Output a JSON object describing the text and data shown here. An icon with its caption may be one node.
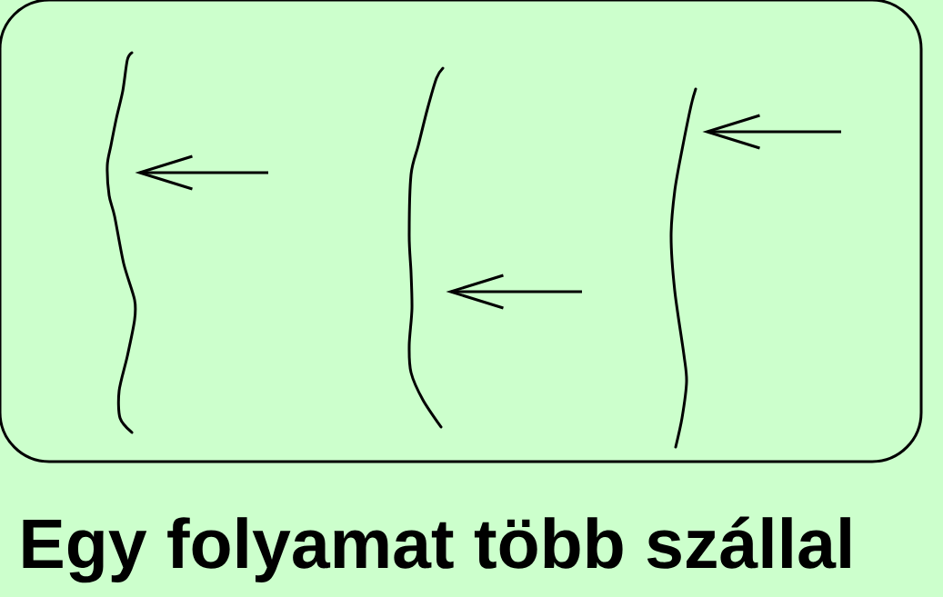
{
  "diagram": {
    "caption": "Egy folyamat több szállal",
    "nodes": [
      {
        "text": [],
        "shape": "box"
      },
      {
        "text": [],
        "shape": "curve",
        "in": 0
      },
      {
        "text": [],
        "shape": "curve",
        "in": 0
      },
      {
        "text": [],
        "shape": "curve",
        "in": 0
      }
    ],
    "edges": [
      {
        "from": null,
        "to": 1,
        "arrow": "to"
      },
      {
        "from": null,
        "to": 2,
        "arrow": "to"
      },
      {
        "from": null,
        "to": 3,
        "arrow": "to"
      }
    ]
  }
}
